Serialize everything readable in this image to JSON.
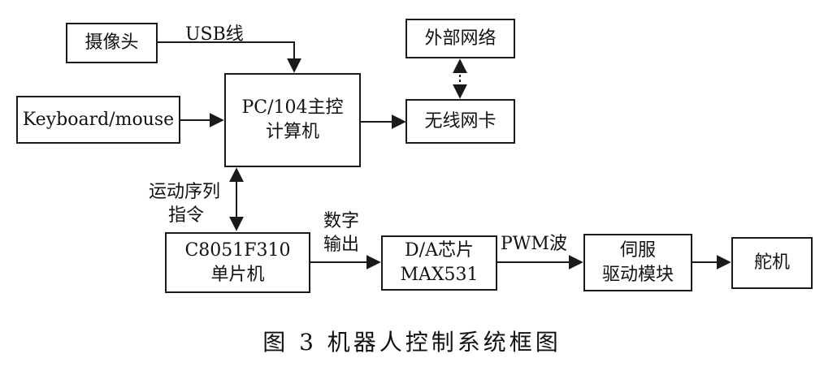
{
  "nodes": {
    "camera": "摄像头",
    "external_network": "外部网络",
    "keyboard_mouse": "Keyboard/mouse",
    "pc104_line1": "PC/104主控",
    "pc104_line2": "计算机",
    "wireless_card": "无线网卡",
    "mcu_line1": "C8051F310",
    "mcu_line2": "单片机",
    "dac_line1": "D/A芯片",
    "dac_line2": "MAX531",
    "servo_driver_line1": "伺服",
    "servo_driver_line2": "驱动模块",
    "servo": "舵机"
  },
  "labels": {
    "usb": "USB线",
    "motion_line1": "运动序列",
    "motion_line2": "指令",
    "digital_line1": "数字",
    "digital_line2": "输出",
    "pwm": "PWM波"
  },
  "caption": "图 3   机器人控制系统框图"
}
